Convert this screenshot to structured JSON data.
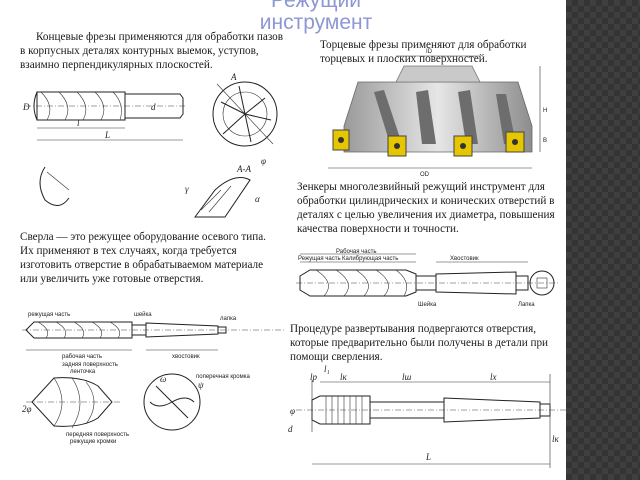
{
  "slide": {
    "title": "Режущий инструмент",
    "end_mills_text": "Концевые фрезы применяются для обработки пазов в корпусных деталях контурных выемок, уступов, взаимно перпендикулярных плоскостей.",
    "face_mills_text": "Торцевые фрезы применяют для обработки торцевых и плоских поверхностей.",
    "countersinks_text": "Зенкеры многолезвийный режущий инструмент для обработки цилиндрических и конических отверстий в деталях с целью увеличения их диаметра, повышения качества поверхности и точности.",
    "drills_text": "Сверла — это режущее оборудование осевого типа. Их применяют в тех случаях, когда требуется изготовить отверстие в обрабатываемом материале или увеличить уже готовые отверстия.",
    "reaming_text": "Процедуре развертывания подвергаются отверстия, которые предварительно были получены в детали при помощи сверления.",
    "background_accent": "#3f3f3f",
    "title_color": "#8d97d3"
  },
  "figures": {
    "end_mill": {
      "labels": [
        "D",
        "d",
        "l",
        "L",
        "A",
        "A-A",
        "φ",
        "γ",
        "α"
      ]
    },
    "face_mill": {
      "labels": [
        "OD",
        "H",
        "ID",
        "B"
      ]
    },
    "countersink": {
      "labels": [
        "Режущая часть",
        "Рабочая часть",
        "Калибрующая часть",
        "Шейка",
        "Хвостовик",
        "Лапка"
      ]
    },
    "drill": {
      "labels": [
        "режущая часть",
        "шейка",
        "рабочая часть",
        "хвостовик",
        "лапка",
        "задняя поверхность",
        "ленточка",
        "передняя поверхность",
        "режущие кромки",
        "поперечная кромка",
        "2φ",
        "ψ",
        "ω"
      ]
    },
    "reamer": {
      "labels": [
        "l₁",
        "lр",
        "lк",
        "lш",
        "lх",
        "φ",
        "d",
        "L",
        "lк"
      ]
    }
  }
}
